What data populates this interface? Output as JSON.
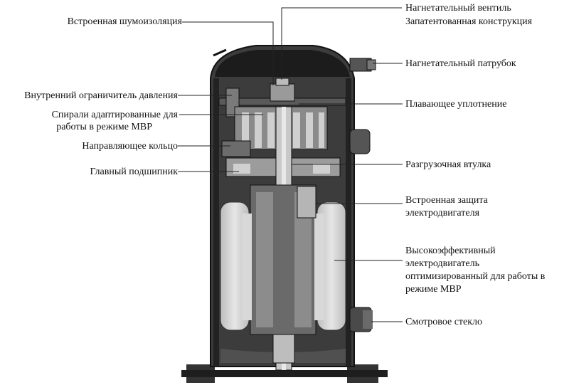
{
  "labels": {
    "noise_insulation": "Встроенная шумоизоляция",
    "pressure_limiter": "Внутренний ограничитель давления",
    "scrolls_line1": "Спирали адаптированные для",
    "scrolls_line2": "работы в режиме МВР",
    "guide_ring": "Направляющее кольцо",
    "main_bearing": "Главный подшипник",
    "discharge_valve_line1": "Нагнетательный вентиль",
    "discharge_valve_line2": "Запатентованная конструкция",
    "discharge_pipe": "Нагнетательный патрубок",
    "floating_seal": "Плавающее уплотнение",
    "unloading_sleeve": "Разгрузочная втулка",
    "motor_protection_line1": "Встроенная защита",
    "motor_protection_line2": "электродвигателя",
    "motor_line1": "Высокоэффективный",
    "motor_line2": "электродвигатель",
    "motor_line3": "оптимизированный для работы в",
    "motor_line4": "режиме МВР",
    "sight_glass": "Смотровое стекло"
  }
}
